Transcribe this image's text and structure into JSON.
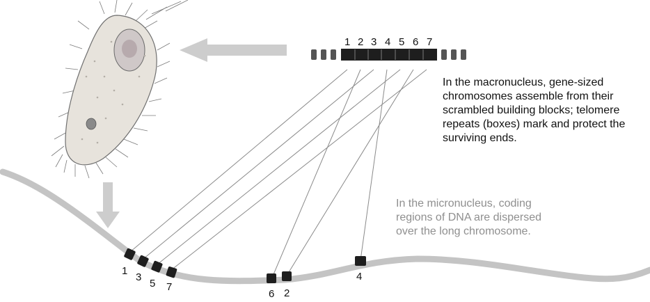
{
  "macronucleus_caption": "In the macronucleus, gene-sized chromosomes assemble from their scrambled building blocks; telomere repeats (boxes) mark and protect the surviving ends.",
  "micronucleus_caption": "In the micronucleus, coding regions of DNA are dispersed over the long chromosome.",
  "assembled_segment_labels": [
    "1",
    "2",
    "3",
    "4",
    "5",
    "6",
    "7"
  ],
  "micronucleus_segment_labels": [
    "1",
    "3",
    "5",
    "7",
    "6",
    "2",
    "4"
  ],
  "colors": {
    "arrow": "#c9c9c9",
    "chromosome": "#c4c4c4",
    "segment": "#1e1e1e",
    "telomere": "#555555",
    "connector": "#8a8a8a",
    "cell_fill": "#e7e3dc"
  },
  "icons": [
    "ciliate-cell-illustration",
    "left-arrow",
    "down-arrow"
  ]
}
